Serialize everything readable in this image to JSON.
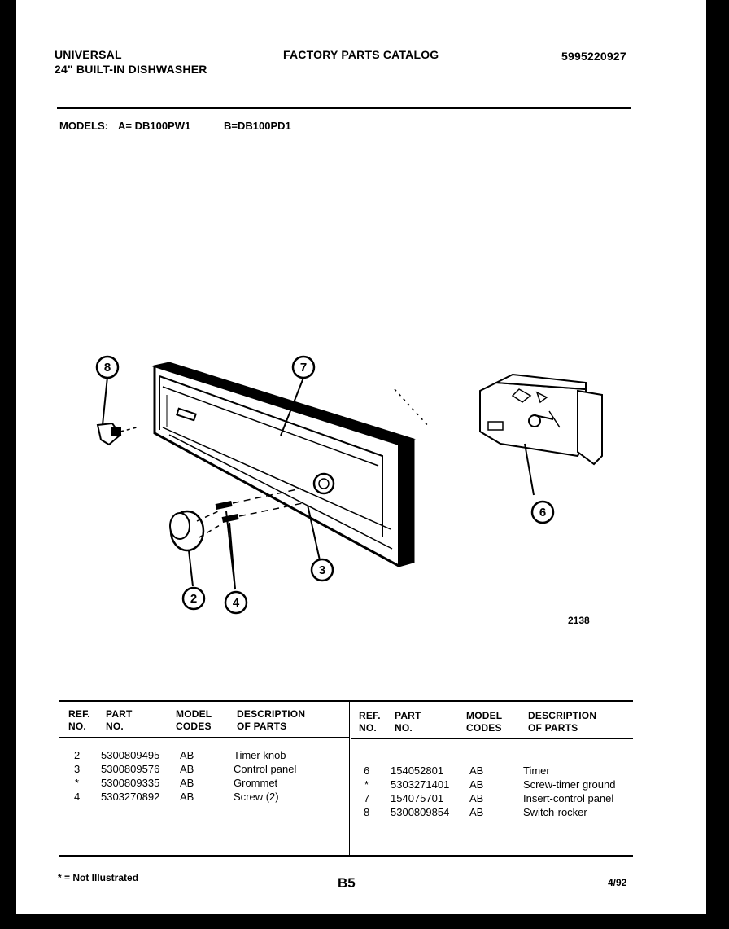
{
  "header": {
    "brand": "UNIVERSAL",
    "product": "24\" BUILT-IN DISHWASHER",
    "catalog_title": "FACTORY PARTS CATALOG",
    "catalog_number": "5995220927"
  },
  "models_line": {
    "label": "MODELS:",
    "a": "A= DB100PW1",
    "b": "B=DB100PD1"
  },
  "diagram": {
    "callouts": [
      "8",
      "7",
      "6",
      "3",
      "2",
      "4"
    ],
    "figure_number": "2138"
  },
  "parts_table": {
    "columns": [
      {
        "ref": "REF.\nNO.",
        "part": "PART\nNO.",
        "model": "MODEL\nCODES",
        "desc": "DESCRIPTION\nOF PARTS"
      },
      {
        "ref": "REF.\nNO.",
        "part": "PART\nNO.",
        "model": "MODEL\nCODES",
        "desc": "DESCRIPTION\nOF PARTS"
      }
    ],
    "left_rows": [
      {
        "ref": "2",
        "part": "5300809495",
        "model": "AB",
        "desc": "Timer knob"
      },
      {
        "ref": "3",
        "part": "5300809576",
        "model": "AB",
        "desc": "Control panel"
      },
      {
        "ref": "*",
        "part": "5300809335",
        "model": "AB",
        "desc": "Grommet"
      },
      {
        "ref": "4",
        "part": "5303270892",
        "model": "AB",
        "desc": "Screw (2)"
      }
    ],
    "right_rows": [
      {
        "ref": "6",
        "part": "154052801",
        "model": "AB",
        "desc": "Timer"
      },
      {
        "ref": "*",
        "part": "5303271401",
        "model": "AB",
        "desc": "Screw-timer ground"
      },
      {
        "ref": "7",
        "part": "154075701",
        "model": "AB",
        "desc": "Insert-control panel"
      },
      {
        "ref": "8",
        "part": "5300809854",
        "model": "AB",
        "desc": "Switch-rocker"
      }
    ]
  },
  "footer": {
    "note": "* = Not Illustrated",
    "page": "B5",
    "date": "4/92"
  }
}
